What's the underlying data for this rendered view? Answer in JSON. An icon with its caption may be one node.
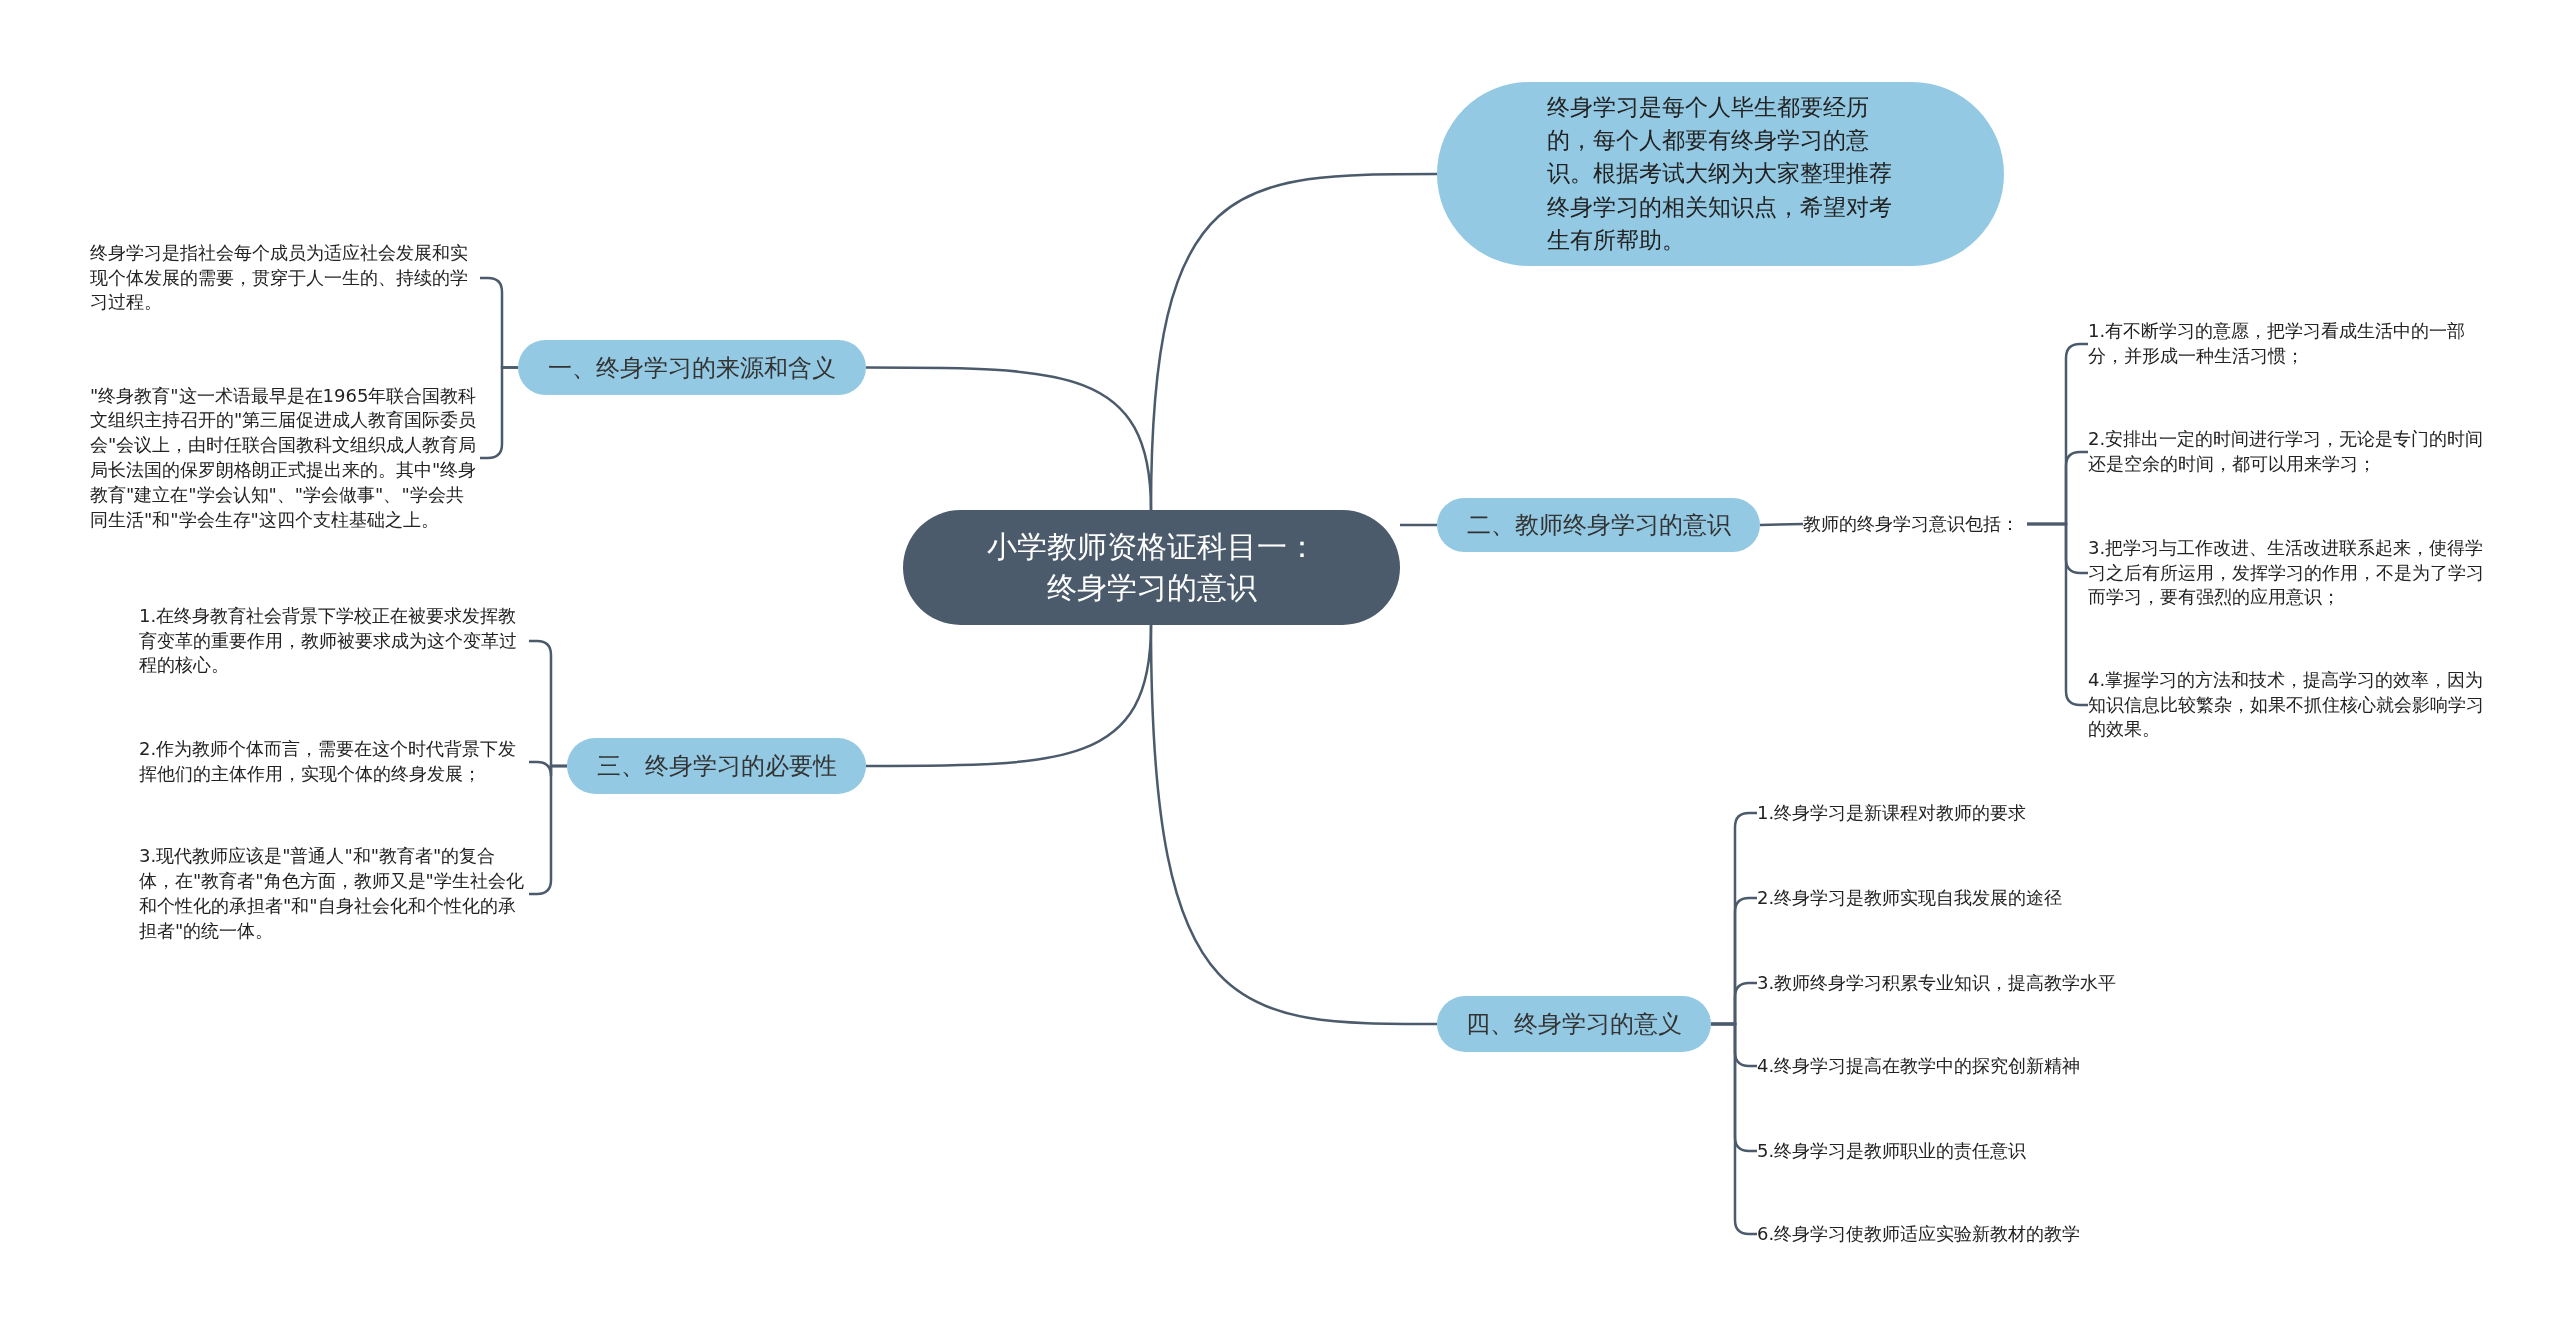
{
  "diagram": {
    "nodes": [
      {
        "text": [
          "小学教师资格证科目一：终身学习的意识"
        ]
      },
      {
        "text": [
          "终身学习是每个人毕生都要经历的，每个人都要有终身学习的意识。根据考试大纲为大家整理推荐终身学习的相关知识点，希望对考生有所帮助。"
        ]
      },
      {
        "text": [
          "一、终身学习的来源和含义"
        ]
      },
      {
        "text": [
          "终身学习是指社会每个成员为适应社会发展和实现个体发展的需要，贯穿于人一生的、持续的学习过程。"
        ]
      },
      {
        "text": [
          "\"终身教育\"这一术语最早是在1965年联合国教科文组织主持召开的\"第三届促进成人教育国际委员会\"会议上，由时任联合国教科文组织成人教育局局长法国的保罗朗格朗正式提出来的。其中\"终身教育\"建立在\"学会认知\"、\"学会做事\"、\"学会共同生活\"和\"学会生存\"这四个支柱基础之上。"
        ]
      },
      {
        "text": [
          "三、终身学习的必要性"
        ]
      },
      {
        "text": [
          "1.在终身教育社会背景下学校正在被要求发挥教育变革的重要作用，教师被要求成为这个变革过程的核心。"
        ]
      },
      {
        "text": [
          "2.作为教师个体而言，需要在这个时代背景下发挥他们的主体作用，实现个体的终身发展；"
        ]
      },
      {
        "text": [
          "3.现代教师应该是\"普通人\"和\"教育者\"的复合体，在\"教育者\"角色方面，教师又是\"学生社会化和个性化的承担者\"和\"自身社会化和个性化的承担者\"的统一体。"
        ]
      },
      {
        "text": [
          "二、教师终身学习的意识"
        ]
      },
      {
        "text": [
          "教师的终身学习意识包括："
        ]
      },
      {
        "text": [
          "1.有不断学习的意愿，把学习看成生活中的一部分，并形成一种生活习惯；"
        ]
      },
      {
        "text": [
          "2.安排出一定的时间进行学习，无论是专门的时间还是空余的时间，都可以用来学习；"
        ]
      },
      {
        "text": [
          "3.把学习与工作改进、生活改进联系起来，使得学习之后有所运用，发挥学习的作用，不是为了学习而学习，要有强烈的应用意识；"
        ]
      },
      {
        "text": [
          "4.掌握学习的方法和技术，提高学习的效率，因为知识信息比较繁杂，如果不抓住核心就会影响学习的效果。"
        ]
      },
      {
        "text": [
          "四、终身学习的意义"
        ]
      },
      {
        "text": [
          "1.终身学习是新课程对教师的要求"
        ]
      },
      {
        "text": [
          "2.终身学习是教师实现自我发展的途径"
        ]
      },
      {
        "text": [
          "3.教师终身学习积累专业知识，提高教学水平"
        ]
      },
      {
        "text": [
          "4.终身学习提高在教学中的探究创新精神"
        ]
      },
      {
        "text": [
          "5.终身学习是教师职业的责任意识"
        ]
      },
      {
        "text": [
          "6.终身学习使教师适应实验新教材的教学"
        ]
      }
    ],
    "edges": [
      {
        "from": 0,
        "to": 1,
        "arrow": "none"
      },
      {
        "from": 0,
        "to": 2,
        "arrow": "none"
      },
      {
        "from": 2,
        "to": 3,
        "arrow": "none"
      },
      {
        "from": 2,
        "to": 4,
        "arrow": "none"
      },
      {
        "from": 0,
        "to": 5,
        "arrow": "none"
      },
      {
        "from": 5,
        "to": 6,
        "arrow": "none"
      },
      {
        "from": 5,
        "to": 7,
        "arrow": "none"
      },
      {
        "from": 5,
        "to": 8,
        "arrow": "none"
      },
      {
        "from": 0,
        "to": 9,
        "arrow": "none"
      },
      {
        "from": 9,
        "to": 10,
        "arrow": "none"
      },
      {
        "from": 10,
        "to": 11,
        "arrow": "none"
      },
      {
        "from": 10,
        "to": 12,
        "arrow": "none"
      },
      {
        "from": 10,
        "to": 13,
        "arrow": "none"
      },
      {
        "from": 10,
        "to": 14,
        "arrow": "none"
      },
      {
        "from": 0,
        "to": 15,
        "arrow": "none"
      },
      {
        "from": 15,
        "to": 16,
        "arrow": "none"
      },
      {
        "from": 15,
        "to": 17,
        "arrow": "none"
      },
      {
        "from": 15,
        "to": 18,
        "arrow": "none"
      },
      {
        "from": 15,
        "to": 19,
        "arrow": "none"
      },
      {
        "from": 15,
        "to": 20,
        "arrow": "none"
      },
      {
        "from": 15,
        "to": 21,
        "arrow": "none"
      }
    ]
  }
}
